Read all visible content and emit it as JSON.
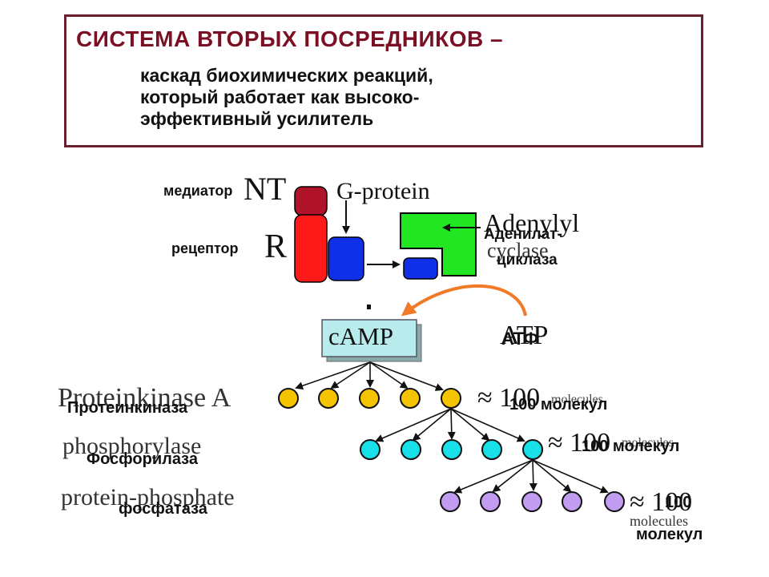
{
  "title": {
    "main": "СИСТЕМА ВТОРЫХ ПОСРЕДНИКОВ –",
    "sub_lines": [
      "каскад биохимических реакций,",
      "который работает как высоко-",
      "эффективный усилитель"
    ]
  },
  "labels": {
    "mediator_ru": "медиатор",
    "nt": "NT",
    "g_protein": "G-protein",
    "receptor_ru": "рецептор",
    "r": "R",
    "adenylyl_en_1": "Adenylyl",
    "adenylyl_en_2": "cyclase",
    "adenylyl_ru_1": "Аденилат-",
    "adenylyl_ru_2": "циклаза",
    "camp": "cAMP",
    "atp_en": "ATP",
    "atp_ru": "АТФ",
    "kinase_en": "Proteinkinase A",
    "kinase_ru": "Протеинкиназа",
    "phosphorylase_en": "phosphorylase",
    "phosphorylase_ru": "Фосфорилаза",
    "phosphatase_en": "protein-phosphate",
    "phosphatase_ru": "фосфатаза",
    "approx_1": "≈ 100",
    "molecules_en_1": "molecules",
    "molecules_ru_1": "100 молекул",
    "approx_2": "≈ 100",
    "molecules_en_2": "molecules",
    "molecules_ru_2": "100 молекул",
    "approx_3": "≈ 100",
    "approx_3_ru": "100",
    "molecules_en_3": "molecules",
    "molecules_ru_3": "молекул"
  },
  "colors": {
    "title_border": "#6b1f2e",
    "title_text": "#7b0f23",
    "receptor": "#ff1a1a",
    "mediator": "#b0122a",
    "g_protein": "#1030e8",
    "adenylyl_cyclase": "#22e622",
    "camp_box": "#b8ecec",
    "atp_arrow": "#f07a28",
    "tier1": "#f5c400",
    "tier2": "#18e0e8",
    "tier3": "#c29cf0"
  },
  "icons": {
    "tier_marker": "circle",
    "connector": "arrow"
  }
}
